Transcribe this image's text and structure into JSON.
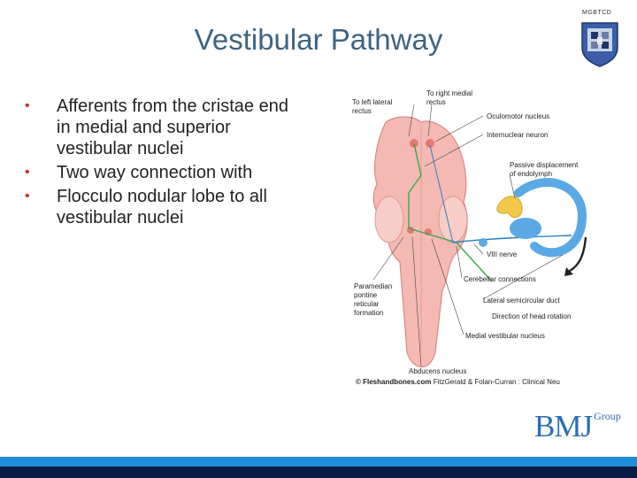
{
  "header": {
    "corner_label": "MGBTCD"
  },
  "title": "Vestibular Pathway",
  "bullets": [
    {
      "line1": "Afferents from the cristae end",
      "line2": "in medial and superior",
      "line3": "vestibular nuclei"
    },
    {
      "line1": "Two way connection with"
    },
    {
      "line1": "Flocculo nodular lobe to all",
      "line2": "vestibular nuclei"
    }
  ],
  "diagram": {
    "labels": {
      "left_lateral_rectus": [
        "To left lateral",
        "rectus"
      ],
      "right_medial_rectus": [
        "To right medial",
        "rectus"
      ],
      "oculomotor_nucleus": "Oculomotor nucleus",
      "internuclear_neuron": "Internuclear neuron",
      "passive_displacement": [
        "Passive displacement",
        "of endolymph"
      ],
      "viii_nerve": "VIII nerve",
      "cerebellar_connections": "Cerebellar connections",
      "paramedian": [
        "Paramedian",
        "pontine",
        "reticular",
        "formation"
      ],
      "lateral_semicircular_duct": "Lateral semicircular duct",
      "direction_head_rotation": "Direction of head rotation",
      "medial_vestibular_nucleus": "Medial vestibular nucleus",
      "abducens_nucleus": "Abducens nucleus",
      "copyright_source": "© Fleshandbones.com",
      "copyright_authors": " FitzGerald & Folan-Curran : Clinical Neu"
    },
    "colors": {
      "brainstem": "#f4b9b2",
      "brainstem_edge": "#d98a84",
      "inner_ear": "#5aa9e4",
      "cupula": "#f2c84b",
      "pathway_green": "#3aa64a",
      "pathway_blue": "#2e7fc0"
    }
  },
  "logo": {
    "main": "BMJ",
    "sub": "Group"
  }
}
